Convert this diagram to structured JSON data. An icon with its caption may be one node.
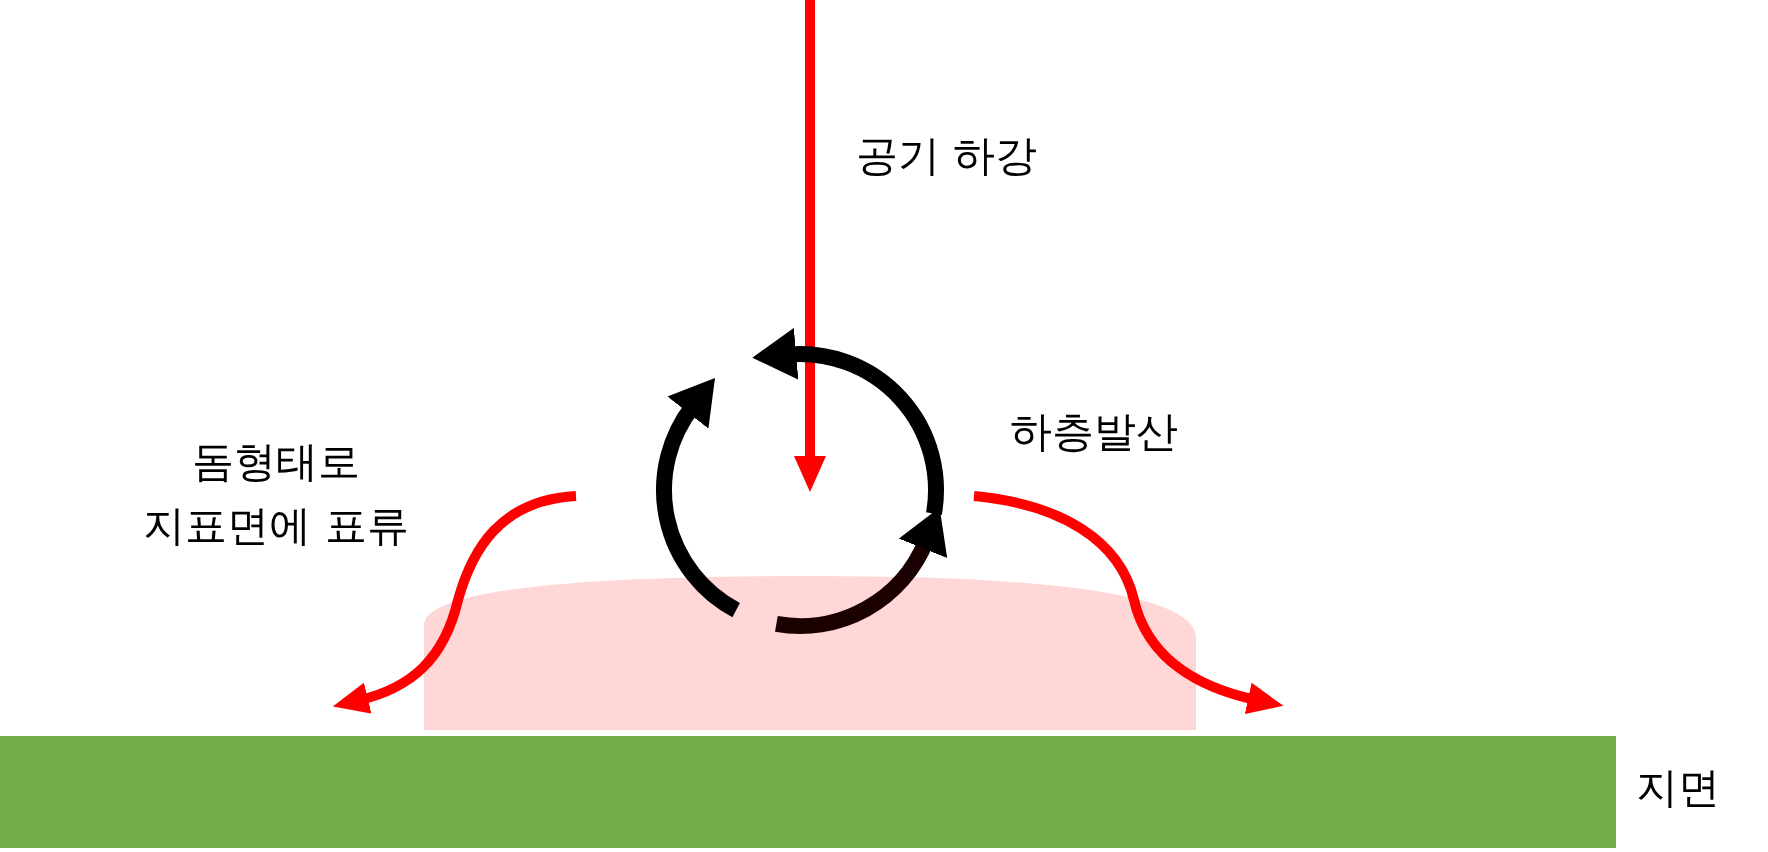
{
  "diagram": {
    "nodes": [
      {
        "text": [],
        "shape": "dome"
      },
      {
        "text": [],
        "shape": "bar",
        "beside": [
          "지면"
        ]
      }
    ],
    "labels": [
      "공기 하강",
      "하층발산",
      "돔형태로 지표면에 표류"
    ]
  }
}
